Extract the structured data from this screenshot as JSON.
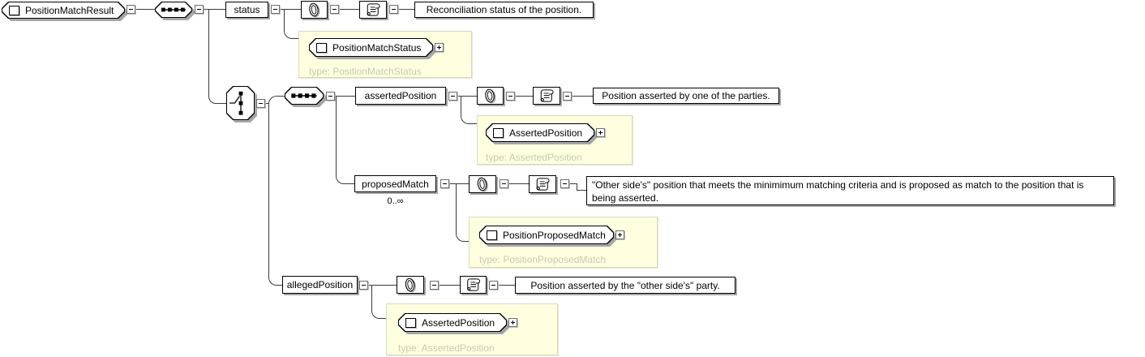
{
  "root": {
    "label": "PositionMatchResult"
  },
  "branches": {
    "status": {
      "label": "status",
      "doc": "Reconciliation status of the position.",
      "type_name": "PositionMatchStatus",
      "type_caption": "type: PositionMatchStatus"
    },
    "asserted_position": {
      "label": "assertedPosition",
      "doc": "Position asserted by one of the parties.",
      "type_name": "AssertedPosition",
      "type_caption": "type: AssertedPosition"
    },
    "proposed_match": {
      "label": "proposedMatch",
      "occurrence": "0..∞",
      "doc": "\"Other side's\" position that meets the minimimum matching criteria and is proposed as match to the position that is being asserted.",
      "type_name": "PositionProposedMatch",
      "type_caption": "type: PositionProposedMatch"
    },
    "alleged_position": {
      "label": "allegedPosition",
      "doc": "Position asserted by the \"other side's\" party.",
      "type_name": "AssertedPosition",
      "type_caption": "type: AssertedPosition"
    }
  },
  "icons": {
    "element": "square-element-icon",
    "sequence": "sequence-dots-icon",
    "choice": "choice-switch-icon",
    "attributes": "paperclip-attributes-icon",
    "annotation": "scroll-annotation-icon",
    "collapse": "minus-handle",
    "expand": "plus-handle"
  },
  "colors": {
    "background": "#ffffff",
    "node_border": "#000000",
    "node_shadow": "#a6a6a6",
    "connector": "#3a3a3a",
    "type_panel": "#ffffe0",
    "type_panel_border": "#d8d8c0",
    "type_caption_text": "#c9c9b1"
  }
}
